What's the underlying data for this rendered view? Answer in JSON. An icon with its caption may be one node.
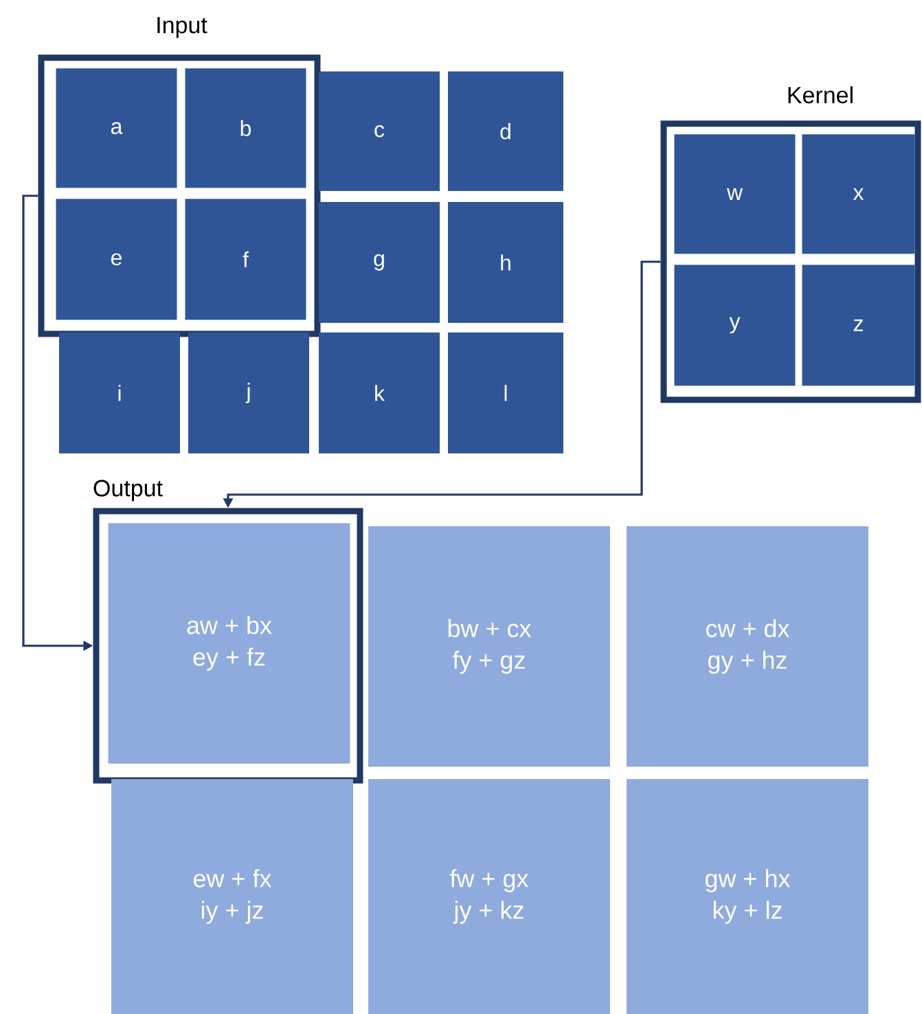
{
  "diagram": {
    "nodes": [
      {
        "text": [],
        "shape": "box"
      },
      {
        "text": [
          "a"
        ],
        "in": 0
      },
      {
        "text": [
          "b"
        ],
        "in": 0
      },
      {
        "text": [
          "c"
        ]
      },
      {
        "text": [
          "d"
        ]
      },
      {
        "text": [
          "e"
        ],
        "in": 0
      },
      {
        "text": [
          "f"
        ],
        "in": 0
      },
      {
        "text": [
          "g"
        ]
      },
      {
        "text": [
          "h"
        ]
      },
      {
        "text": [
          "i"
        ]
      },
      {
        "text": [
          "j"
        ]
      },
      {
        "text": [
          "k"
        ]
      },
      {
        "text": [
          "l"
        ]
      },
      {
        "text": [],
        "shape": "box"
      },
      {
        "text": [
          "w"
        ],
        "in": 13
      },
      {
        "text": [
          "x"
        ],
        "in": 13
      },
      {
        "text": [
          "y"
        ],
        "in": 13
      },
      {
        "text": [
          "z"
        ],
        "in": 13
      },
      {
        "text": [],
        "shape": "box"
      },
      {
        "text": [
          "aw + bx",
          "ey + fz"
        ],
        "in": 18
      },
      {
        "text": [
          "bw + cx",
          "fy + gz"
        ]
      },
      {
        "text": [
          "cw + dx",
          "gy + hz"
        ]
      },
      {
        "text": [
          "ew + fx",
          "iy + jz"
        ]
      },
      {
        "text": [
          "fw + gx",
          "jy + kz"
        ]
      },
      {
        "text": [
          "gw + hx",
          "ky + lz"
        ]
      }
    ],
    "edges": [
      {
        "from": 0,
        "to": 18,
        "arrow": "to"
      },
      {
        "from": 13,
        "to": 18,
        "arrow": "to"
      }
    ],
    "labels": [
      "Input",
      "Kernel",
      "Output"
    ]
  }
}
